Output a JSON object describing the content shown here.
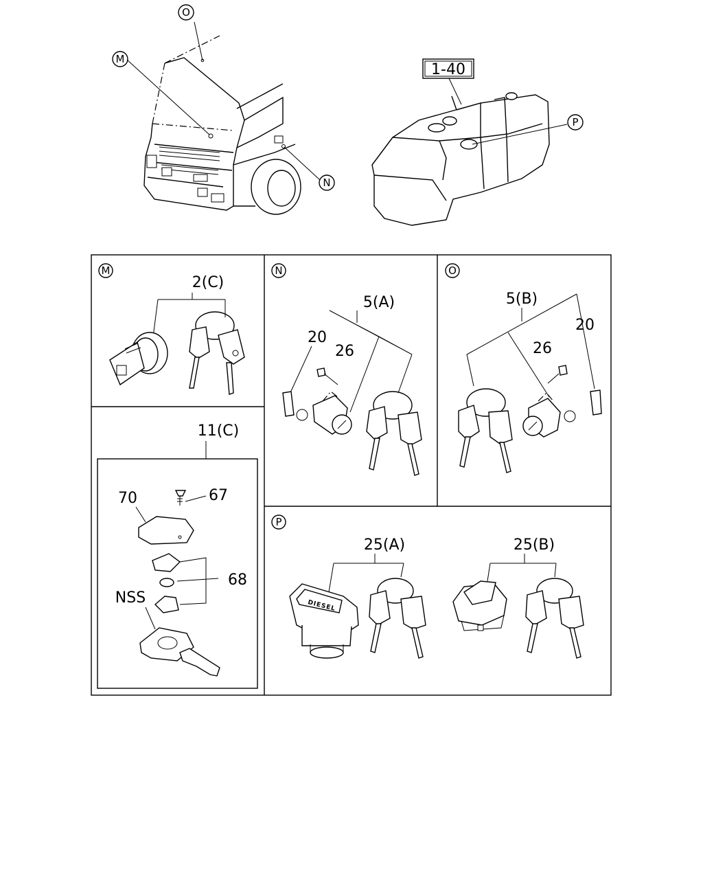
{
  "callouts": {
    "top_O": "O",
    "top_M": "M",
    "top_N": "N",
    "top_P": "P",
    "ref_box": "1-40"
  },
  "panels": {
    "M": {
      "tag": "M",
      "part": "2(C)"
    },
    "N": {
      "tag": "N",
      "part": "5(A)",
      "sub_a": "20",
      "sub_b": "26"
    },
    "O": {
      "tag": "O",
      "part": "5(B)",
      "sub_a": "20",
      "sub_b": "26"
    },
    "P": {
      "tag": "P",
      "part_a": "25(A)",
      "part_b": "25(B)",
      "cap_text": "DIESEL"
    },
    "K": {
      "part": "11(C)",
      "p70": "70",
      "p67": "67",
      "p68": "68",
      "nss": "NSS"
    }
  }
}
